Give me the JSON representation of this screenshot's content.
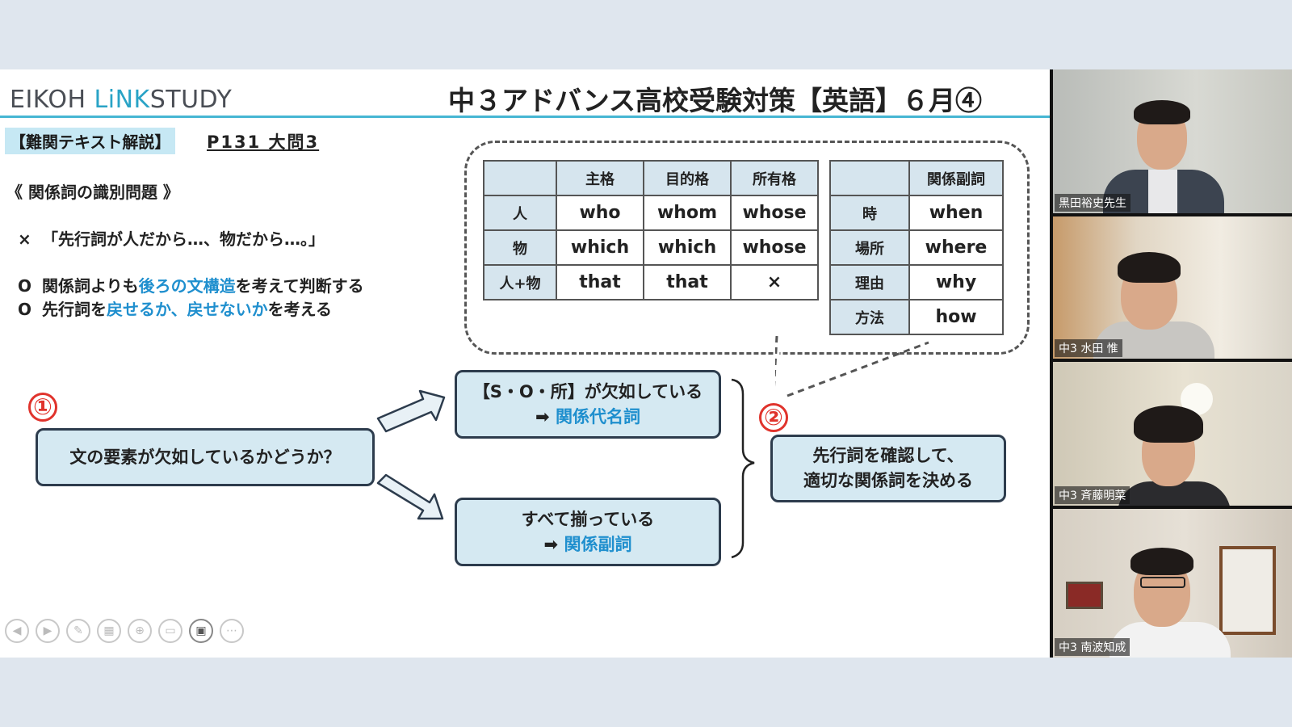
{
  "slide": {
    "logo_prefix": "EIKOH ",
    "logo_link": "LiNK",
    "logo_suffix": "STUDY",
    "title": "中３アドバンス高校受験対策【英語】６月④",
    "tag": "【難関テキスト解説】",
    "page_ref": "P131 大問3",
    "topic": "《 関係詞の識別問題 》",
    "lines": [
      {
        "mark": "×",
        "text_pre": "「先行詞が人だから…、物だから…。」",
        "text_blue": "",
        "text_post": ""
      },
      {
        "mark": "O",
        "text_pre": "関係詞よりも",
        "text_blue": "後ろの文構造",
        "text_post": "を考えて判断する"
      },
      {
        "mark": "O",
        "text_pre": "先行詞を",
        "text_blue": "戻せるか、戻せないか",
        "text_post": "を考える"
      }
    ],
    "pronoun_table": {
      "headers": [
        "",
        "主格",
        "目的格",
        "所有格"
      ],
      "rows": [
        [
          "人",
          "who",
          "whom",
          "whose"
        ],
        [
          "物",
          "which",
          "which",
          "whose"
        ],
        [
          "人+物",
          "that",
          "that",
          "×"
        ]
      ]
    },
    "adverb_table": {
      "headers": [
        "",
        "関係副詞"
      ],
      "rows": [
        [
          "時",
          "when"
        ],
        [
          "場所",
          "where"
        ],
        [
          "理由",
          "why"
        ],
        [
          "方法",
          "how"
        ]
      ]
    },
    "flow": {
      "step1_marker": "①",
      "step2_marker": "②",
      "question": "文の要素が欠如しているかどうか？",
      "branch_missing": {
        "line1": "【S・O・所】が欠如している",
        "arrow": "➡",
        "result": "関係代名詞"
      },
      "branch_complete": {
        "line1": "すべて揃っている",
        "arrow": "➡",
        "result": "関係副詞"
      },
      "decide": {
        "line1": "先行詞を確認して、",
        "line2": "適切な関係詞を決める"
      }
    }
  },
  "participants": [
    {
      "name": "黒田裕史先生"
    },
    {
      "name": "中3 水田 惟"
    },
    {
      "name": "中3 斉藤明菜"
    },
    {
      "name": "中3 南波知成"
    }
  ],
  "controls": [
    "prev-icon",
    "play-icon",
    "pen-icon",
    "grid-icon",
    "zoom-icon",
    "subtitle-icon",
    "camera-icon",
    "more-icon"
  ]
}
